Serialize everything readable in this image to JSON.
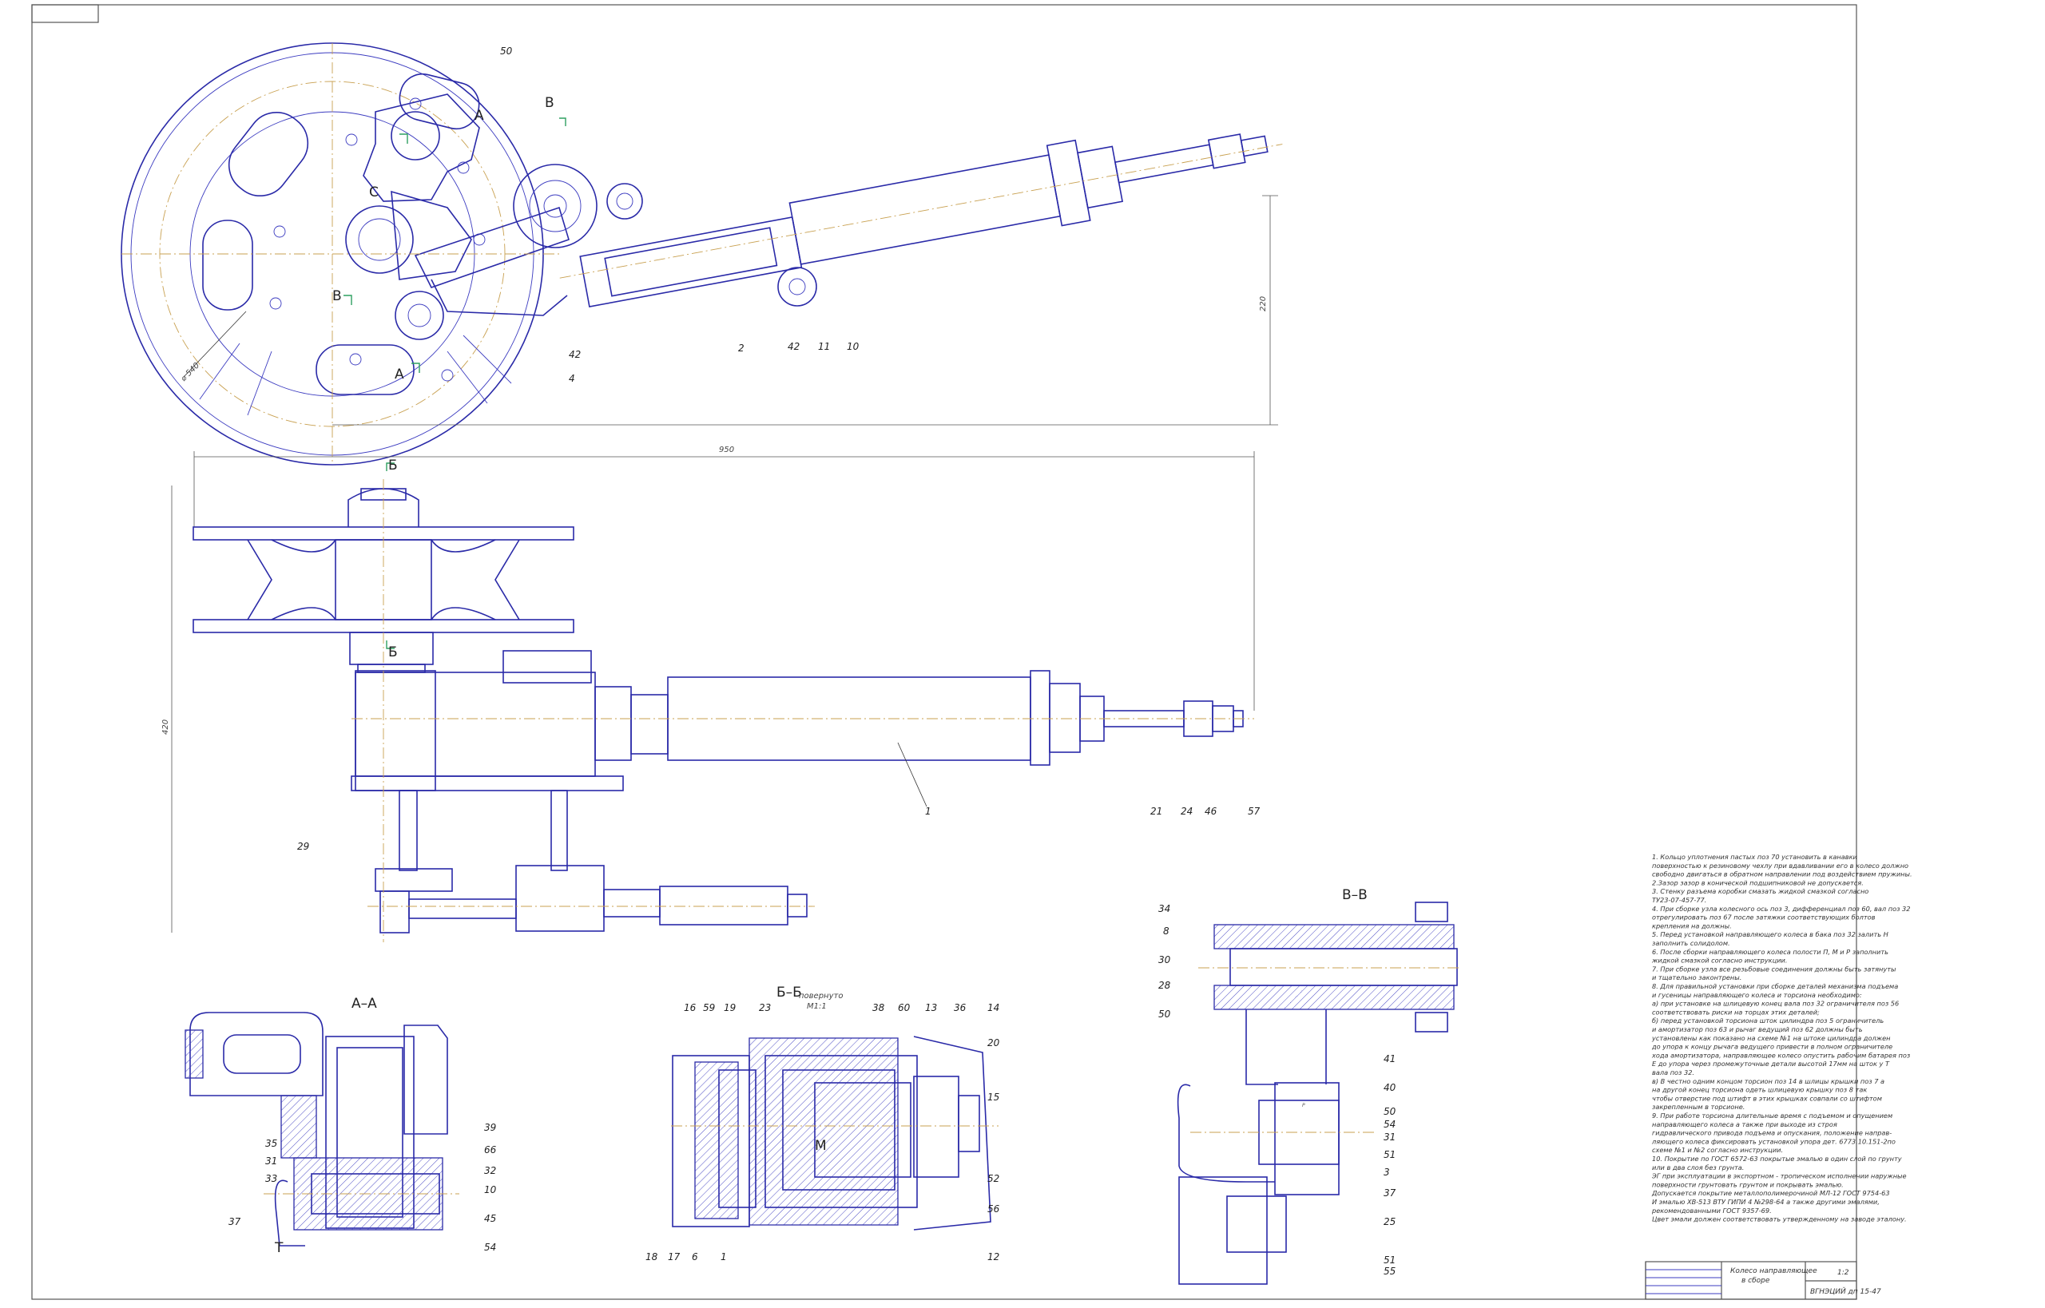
{
  "sections": {
    "a": "А–А",
    "b": "Б–Б",
    "b_note": "повернуто",
    "b_scale": "М1:1",
    "v": "В–В"
  },
  "cut_marks": [
    "В",
    "А",
    "С",
    "В",
    "А",
    "Б",
    "Б",
    "Т",
    "М",
    "Р"
  ],
  "dimensions": {
    "overall_length": "950",
    "height_top": "220",
    "wheel_dia": "⌀ 540",
    "height_side": "420"
  },
  "callouts": {
    "top": [
      "50",
      "42",
      "4",
      "2",
      "42",
      "11",
      "10"
    ],
    "side": [
      "1",
      "21",
      "24",
      "46",
      "57",
      "29"
    ],
    "aa": [
      "35",
      "31",
      "33",
      "37",
      "39",
      "66",
      "32",
      "10",
      "45",
      "54"
    ],
    "bb": [
      "16",
      "59",
      "19",
      "23",
      "38",
      "60",
      "13",
      "36",
      "14",
      "20",
      "15",
      "52",
      "56",
      "12",
      "18",
      "17",
      "6",
      "1"
    ],
    "vv": [
      "34",
      "8",
      "30",
      "28",
      "50",
      "41",
      "40",
      "50",
      "54",
      "31",
      "51",
      "3",
      "37",
      "25",
      "51",
      "55"
    ]
  },
  "notes": [
    "1. Кольцо уплотнения пастых поз 70 установить в канавки",
    "поверхностью к резиновому чехлу при вдавливании его в колесо должно",
    "свободно двигаться в обратном направлении под воздействием пружины.",
    "2.Зазор зазор в конической подшипниковой не допускается.",
    "3. Стенку разъема коробки смазать жидкой смазкой согласно",
    "ТУ23-07-457-77.",
    "4. При сборке узла колесного ось поз 3, дифференциал поз 60, вал поз 32",
    "отрегулировать поз 67 после затяжки соответствующих болтов",
    "крепления на должны.",
    "5. Перед установкой направляющего колеса в бака поз 32 залить Н",
    "заполнить солидолом.",
    "6. После сборки направляющего колеса полости П, М и Р заполнить",
    "жидкой смазкой согласно инструкции.",
    "7. При сборке узла все резьбовые соединения должны быть затянуты",
    "и тщательно законтрены.",
    "8. Для правильной установки при сборке деталей механизма подъема",
    "и гусеницы направляющего колеса и торсиона необходимо:",
    "а) при установке на шлицевую конец вала поз 32 ограничителя поз 56",
    "соответствовать риски на торцах этих деталей;",
    "б) перед установкой торсиона шток цилиндра поз 5 ограничитель",
    "и амортизатор поз 63 и рычаг ведущий поз 62 должны быть",
    "установлены как показано на схеме №1 на штоке цилиндра должен",
    "до упора к концу рычага ведущего привести в полном ограничителе",
    "хода амортизатора, направляющее колесо опустить рабочим батарея поз",
    "Е до упора через промежуточные детали высотой 17мм на шток у Т",
    "вала поз 32.",
    "в) В честно одним концом торсион поз 14 в шлицы крышки поз 7 а",
    "на другой конец торсиона одеть шлицевую крышку поз 8 так",
    "чтобы отверстие под штифт в этих крышках совпали со штифтом",
    "закрепленным в торсионе.",
    "9. При работе торсиона длительные время с подъемом и опущением",
    "направляющего колеса а также при выходе из строя",
    "гидравлического привода подъема и опускания, положение направ-",
    "ляющего колеса фиксировать установкой упора дет. 6773.10.151-2по",
    "схеме №1 и №2 согласно инструкции.",
    "10. Покрытие по ГОСТ 6572-63 покрытые эмалью в один слой по грунту",
    "или в два слоя без грунта.",
    "ЭГ при эксплуатации в экспортном - тропическом исполнении наружные",
    "поверхности грунтовать грунтом и покрывать эмалью.",
    "Допускается покрытие металлополимерочиной МЛ-12 ГОСТ 9754-63",
    "И эмалью ХВ-513 ВТУ ГИПИ 4 №298-64 а также другими эмалями,",
    "рекомендованными ГОСТ 9357-69.",
    "Цвет эмали должен соответствовать утвержденному на заводе эталону."
  ],
  "title_block": {
    "name_line1": "Колесо направляющее",
    "name_line2": "в сборе",
    "code": "ВГНЭЦИЙ дп 15-47",
    "sheet": "1:2"
  }
}
